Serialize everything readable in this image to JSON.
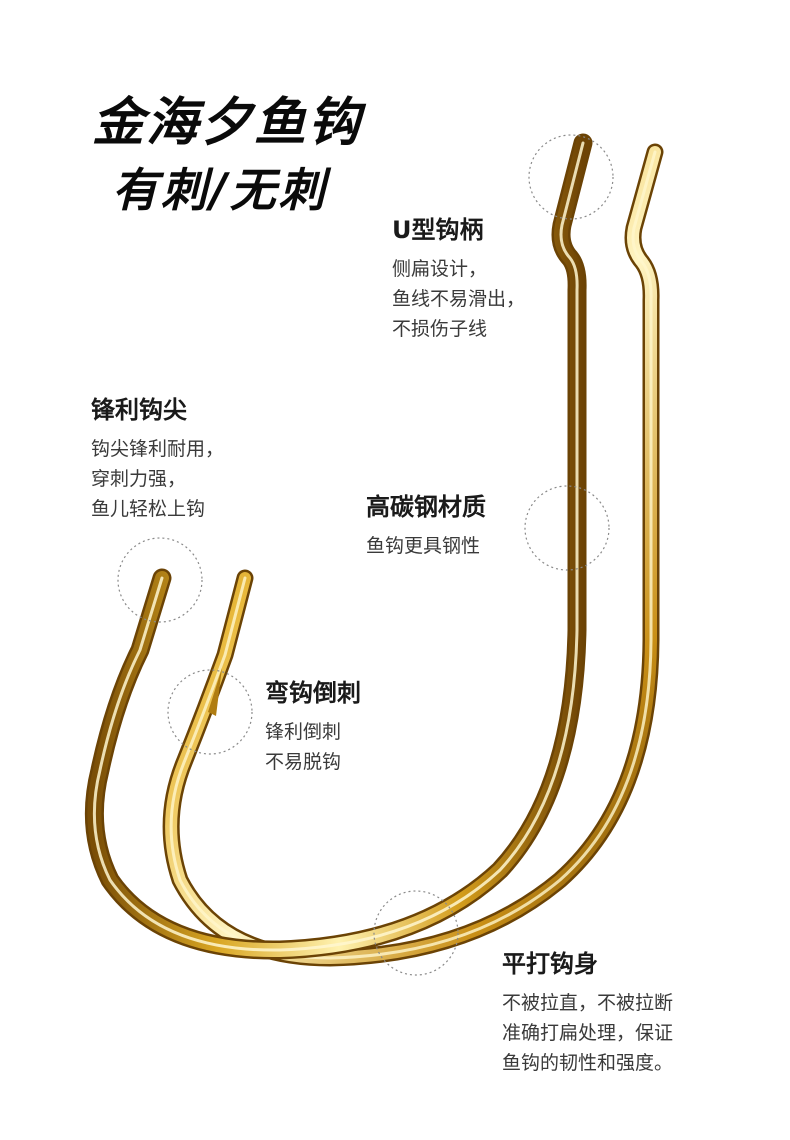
{
  "title": {
    "main": "金海夕鱼钩",
    "sub": "有刺/无刺"
  },
  "callouts": {
    "shank": {
      "heading": "U型钩柄",
      "lines": [
        "侧扁设计，",
        "鱼线不易滑出，",
        "不损伤子线"
      ]
    },
    "point": {
      "heading": "锋利钩尖",
      "lines": [
        "钩尖锋利耐用，",
        "穿刺力强，",
        "鱼儿轻松上钩"
      ]
    },
    "steel": {
      "heading": "高碳钢材质",
      "lines": [
        "鱼钩更具钢性"
      ]
    },
    "barb": {
      "heading": "弯钩倒刺",
      "lines": [
        "锋利倒刺",
        "不易脱钩"
      ]
    },
    "body": {
      "heading": "平打钩身",
      "lines": [
        "不被拉直，不被拉断",
        "准确打扁处理，保证",
        "鱼钩的韧性和强度。"
      ]
    }
  },
  "colors": {
    "gold_light": "#fff3b0",
    "gold_mid": "#e0b02a",
    "gold_dark": "#8a5a08",
    "text": "#1a1a1a",
    "circle": "#8a8a8a"
  }
}
